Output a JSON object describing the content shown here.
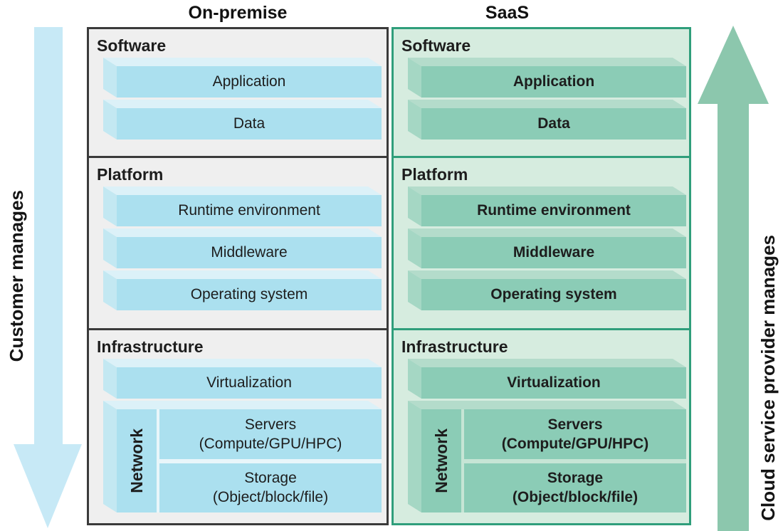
{
  "labels": {
    "left": "Customer manages",
    "right": "Cloud service provider manages"
  },
  "columns": [
    {
      "title": "On-premise",
      "sections": [
        {
          "header": "Software",
          "bars": [
            "Application",
            "Data"
          ]
        },
        {
          "header": "Platform",
          "bars": [
            "Runtime environment",
            "Middleware",
            "Operating system"
          ]
        },
        {
          "header": "Infrastructure",
          "bars": [
            "Virtualization"
          ],
          "block": {
            "label": "Network",
            "rows": [
              [
                "Servers",
                "(Compute/GPU/HPC)"
              ],
              [
                "Storage",
                "(Object/block/file)"
              ]
            ]
          }
        }
      ]
    },
    {
      "title": "SaaS",
      "sections": [
        {
          "header": "Software",
          "bars": [
            "Application",
            "Data"
          ]
        },
        {
          "header": "Platform",
          "bars": [
            "Runtime environment",
            "Middleware",
            "Operating system"
          ]
        },
        {
          "header": "Infrastructure",
          "bars": [
            "Virtualization"
          ],
          "block": {
            "label": "Network",
            "rows": [
              [
                "Servers",
                "(Compute/GPU/HPC)"
              ],
              [
                "Storage",
                "(Object/block/file)"
              ]
            ]
          }
        }
      ]
    }
  ],
  "themes": {
    "blue": {
      "face": "#abe0ef",
      "top": "#dcf1f8",
      "side": "#c3e8f2",
      "gap": "#e9f6fa",
      "panel": "#efefef",
      "border": "#3a3a3a",
      "arrow": "#c7e9f6"
    },
    "green": {
      "face": "#8bccb6",
      "top": "#b4dccb",
      "side": "#a5d7c4",
      "gap": "#c6e5d5",
      "panel": "#d6ecdf",
      "border": "#2f9e7b",
      "arrow": "#8cc7ad"
    }
  }
}
